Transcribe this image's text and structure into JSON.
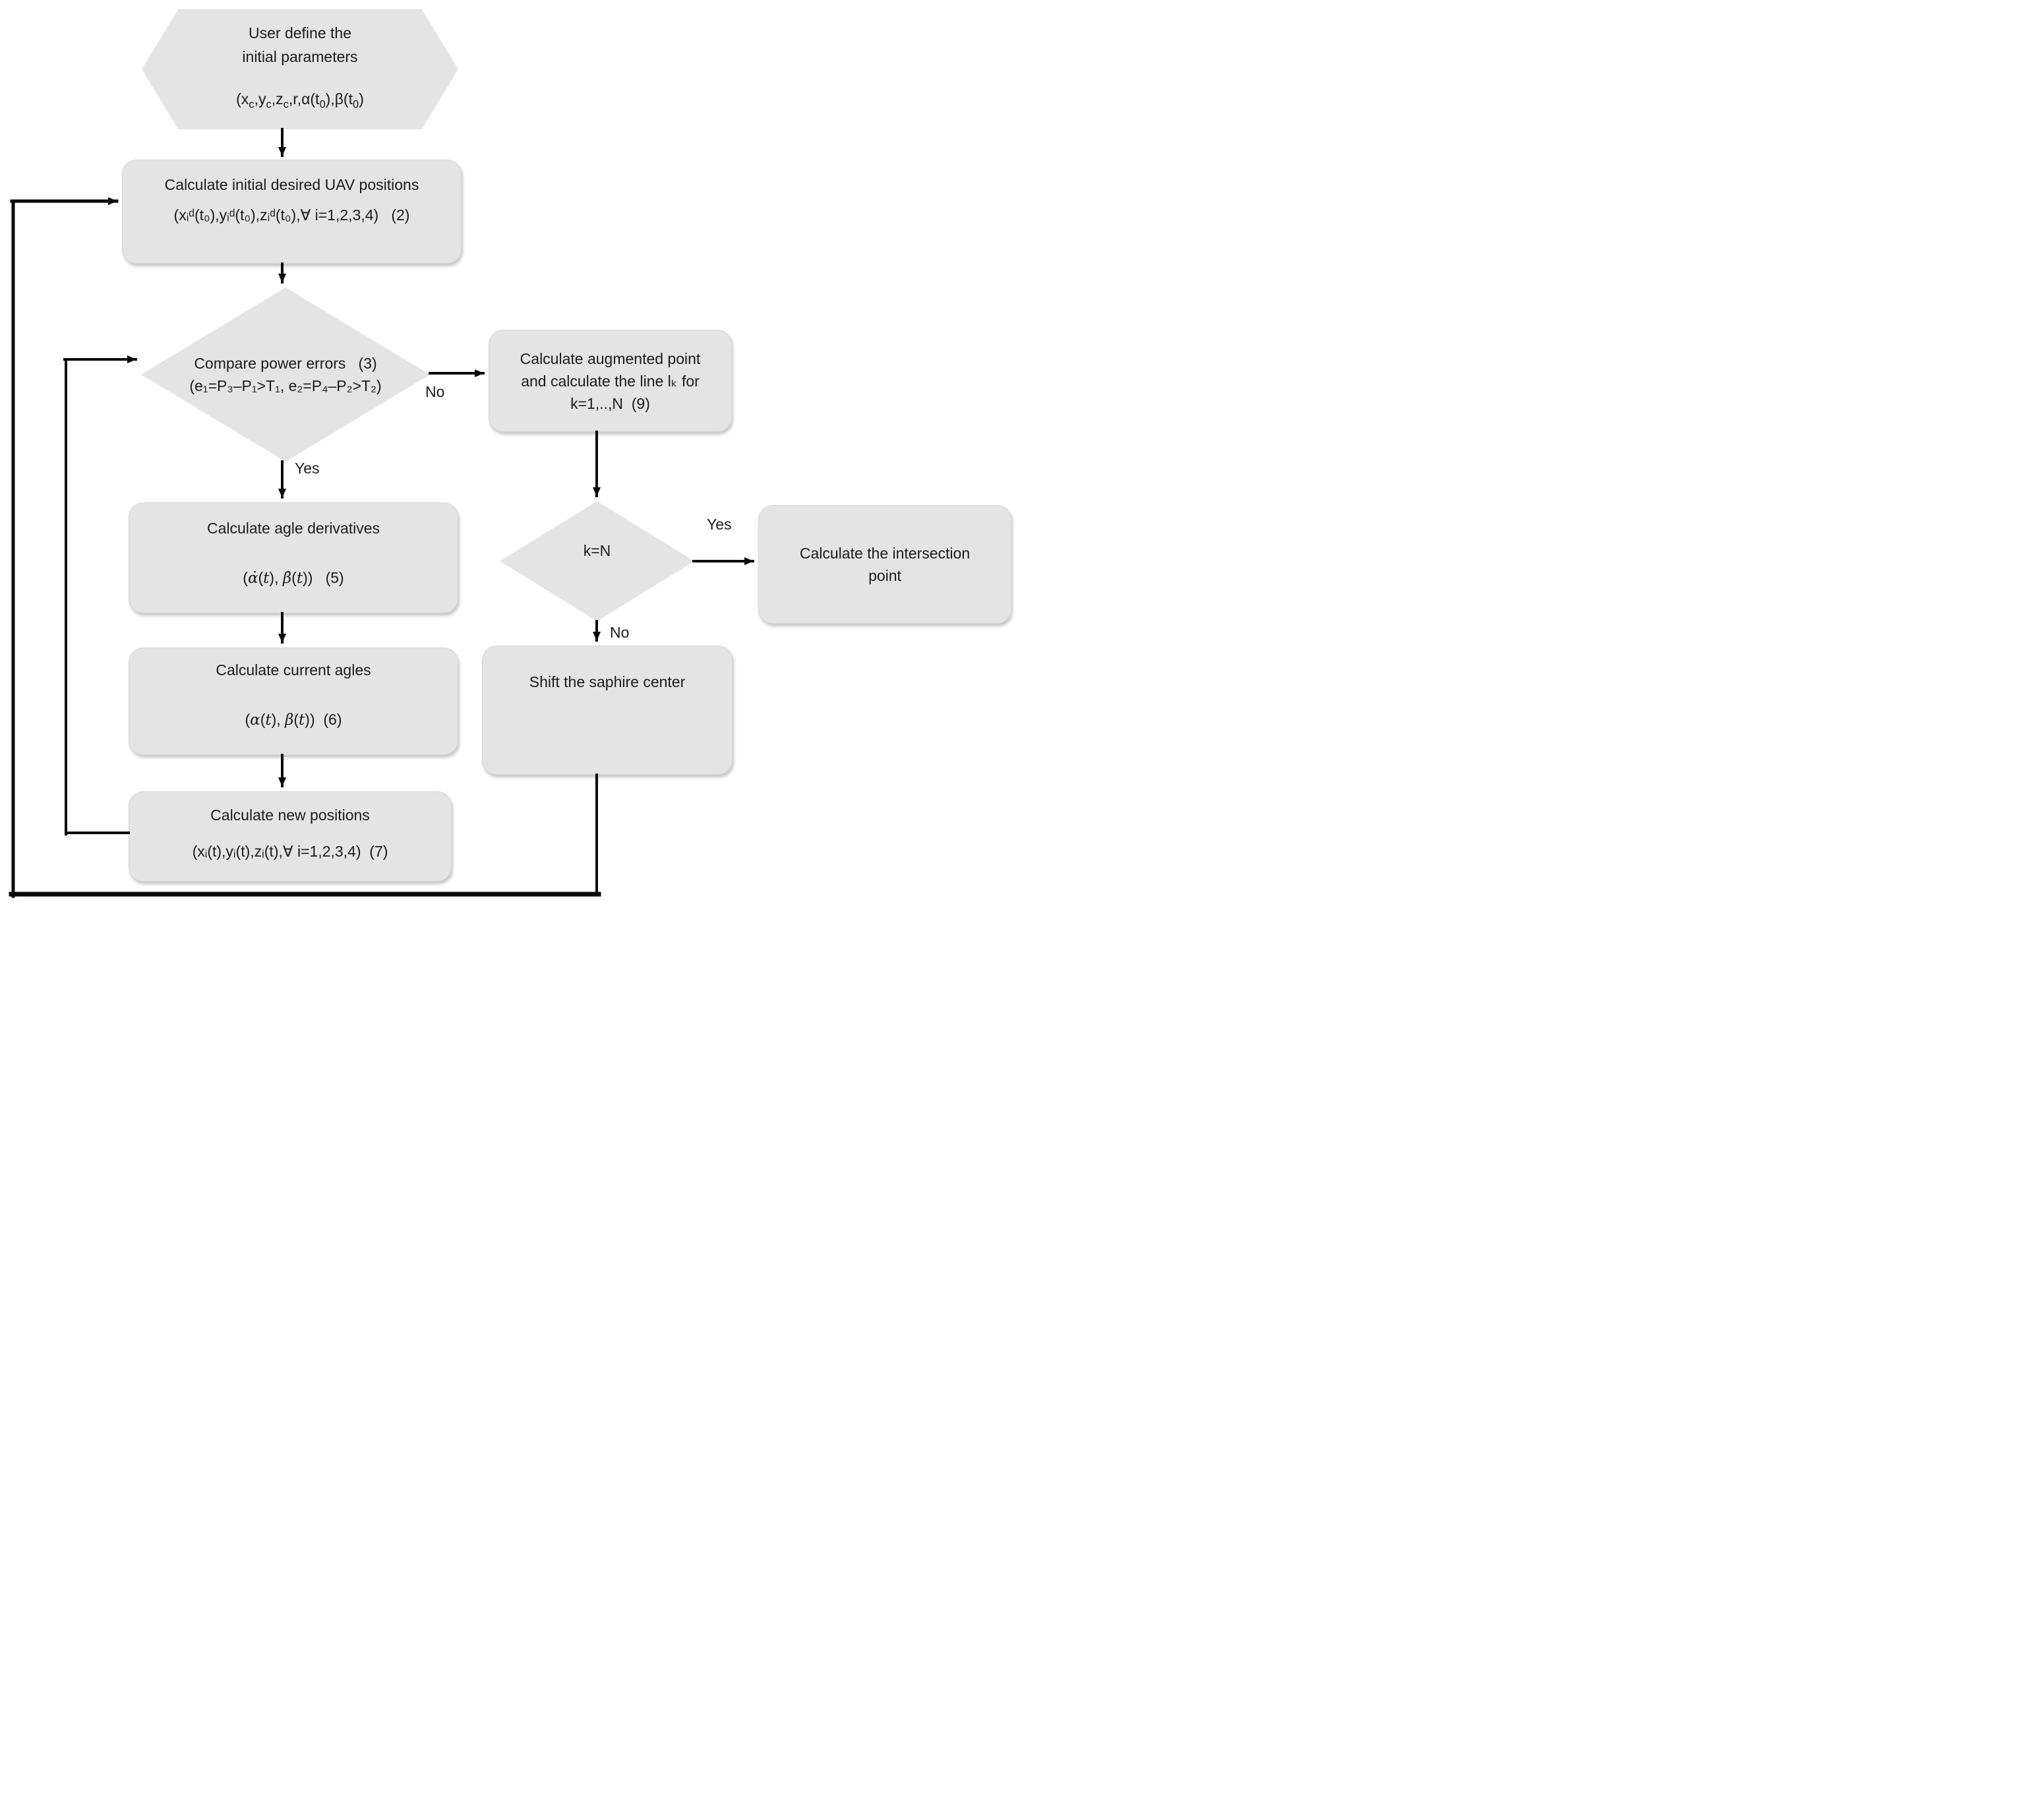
{
  "diagram": {
    "type": "flowchart",
    "background": "#ffffff",
    "node_fill": "#e4e4e4",
    "line_color": "#0a0a0a",
    "nodes": {
      "start_hexagon": {
        "shape": "hexagon",
        "line1": "User define the",
        "line2": "initial parameters",
        "formula_html": "(x<sub>c</sub>,y<sub>c</sub>,z<sub>c</sub>,r,α(t<sub>0</sub>),β(t<sub>0</sub>)"
      },
      "init_positions": {
        "shape": "rounded-rect",
        "title": "Calculate initial desired UAV positions",
        "formula": "(xᵢᵈ(t₀),yᵢᵈ(t₀),zᵢᵈ(t₀),∀ i=1,2,3,4)   (2)"
      },
      "compare_errors": {
        "shape": "diamond",
        "title": "Compare power errors   (3)",
        "formula": "(e₁=P₃–P₁>T₁, e₂=P₄–P₂>T₂)"
      },
      "augmented_point": {
        "shape": "rounded-rect",
        "line1": "Calculate augmented point",
        "line2": "and calculate the line lₖ for",
        "line3": "k=1,..,N  (9)"
      },
      "k_equals_n": {
        "shape": "diamond",
        "label": "k=N"
      },
      "intersection_point": {
        "shape": "rounded-rect",
        "line1": "Calculate the intersection",
        "line2": "point"
      },
      "shift_center": {
        "shape": "rounded-rect",
        "label": "Shift the saphire center"
      },
      "angle_derivatives": {
        "shape": "rounded-rect",
        "title": "Calculate agle derivatives",
        "formula_html": "(<span class=\"math\">α̇</span>(<span class=\"math\">t</span>), <span class=\"math\">β̇</span>(<span class=\"math\">t</span>))&nbsp;&nbsp;&nbsp;(5)"
      },
      "current_angles": {
        "shape": "rounded-rect",
        "title": "Calculate current agles",
        "formula_html": "(<span class=\"math\">α</span>(<span class=\"math\">t</span>), <span class=\"math\">β</span>(<span class=\"math\">t</span>))&nbsp;&nbsp;(6)"
      },
      "new_positions": {
        "shape": "rounded-rect",
        "title": "Calculate new positions",
        "formula": "(xᵢ(t),yᵢ(t),zᵢ(t),∀ i=1,2,3,4)  (7)"
      }
    },
    "edge_labels": {
      "compare_yes": "Yes",
      "compare_no": "No",
      "kn_yes": "Yes",
      "kn_no": "No"
    }
  }
}
